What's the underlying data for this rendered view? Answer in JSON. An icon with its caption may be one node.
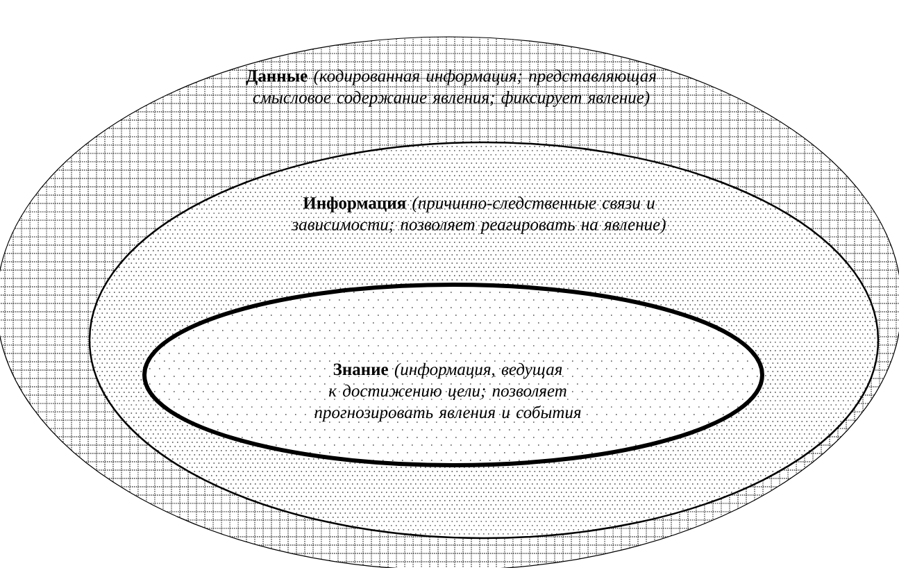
{
  "diagram": {
    "nodes": [
      {
        "text": [
          "**Данные** *(кодированная информация; представляющая смысловое содержание явления; фиксирует явление)*"
        ]
      },
      {
        "text": [
          "**Информация** *(причинно-следственные связи и зависимости; позволяет реагировать на явление)*"
        ],
        "in": 0
      },
      {
        "text": [
          "**Знание** *(информация, ведущая к достижению цели; позволяет прогнозировать явления и события*"
        ],
        "in": 1
      }
    ]
  }
}
